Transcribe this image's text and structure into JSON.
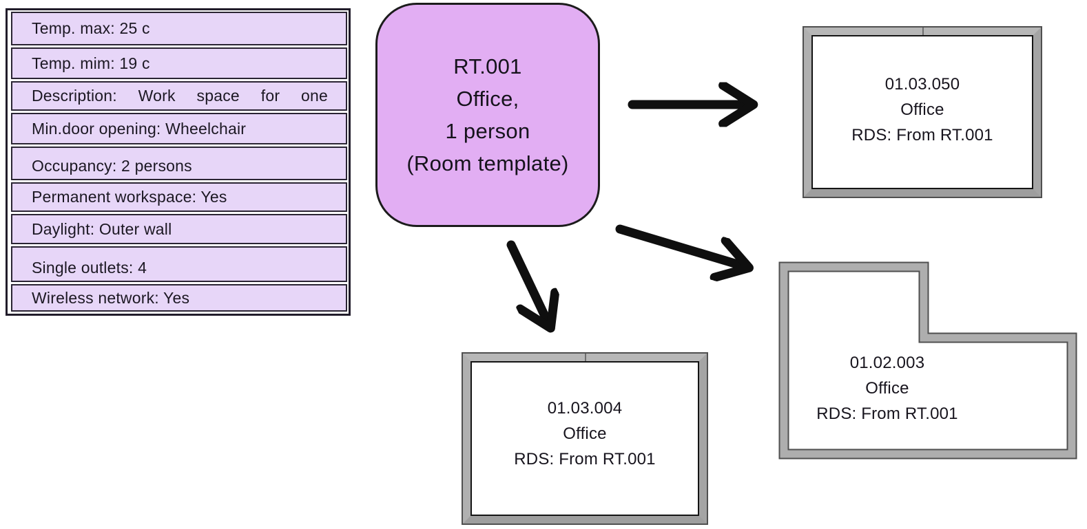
{
  "diagram": {
    "props_table": {
      "rows": [
        "Temp. max: 25 c",
        "Temp. mim: 19 c",
        "Description: Work space for one",
        "Min.door opening: Wheelchair",
        "Occupancy: 2 persons",
        "Permanent workspace: Yes",
        "Daylight: Outer wall",
        "Single outlets: 4",
        "Wireless network: Yes"
      ],
      "fill_color": "#e7d6f8",
      "border_color": "#2a2433"
    },
    "template_box": {
      "lines": [
        "RT.001",
        "Office,",
        "1 person",
        "(Room template)"
      ],
      "fill_color": "#e2aef3",
      "border_color": "#1c1c1c"
    },
    "rooms": [
      {
        "id": "01.03.050",
        "type": "Office",
        "rds": "RDS: From RT.001",
        "shape": "rectangle"
      },
      {
        "id": "01.03.004",
        "type": "Office",
        "rds": "RDS: From RT.001",
        "shape": "rectangle"
      },
      {
        "id": "01.02.003",
        "type": "Office",
        "rds": "RDS: From RT.001",
        "shape": "l-shape"
      }
    ],
    "frame_colors": {
      "band": "#aeaeae",
      "edge": "#4f4f4f",
      "inner_line": "#141414"
    },
    "arrow_color": "#0f0f0f"
  }
}
